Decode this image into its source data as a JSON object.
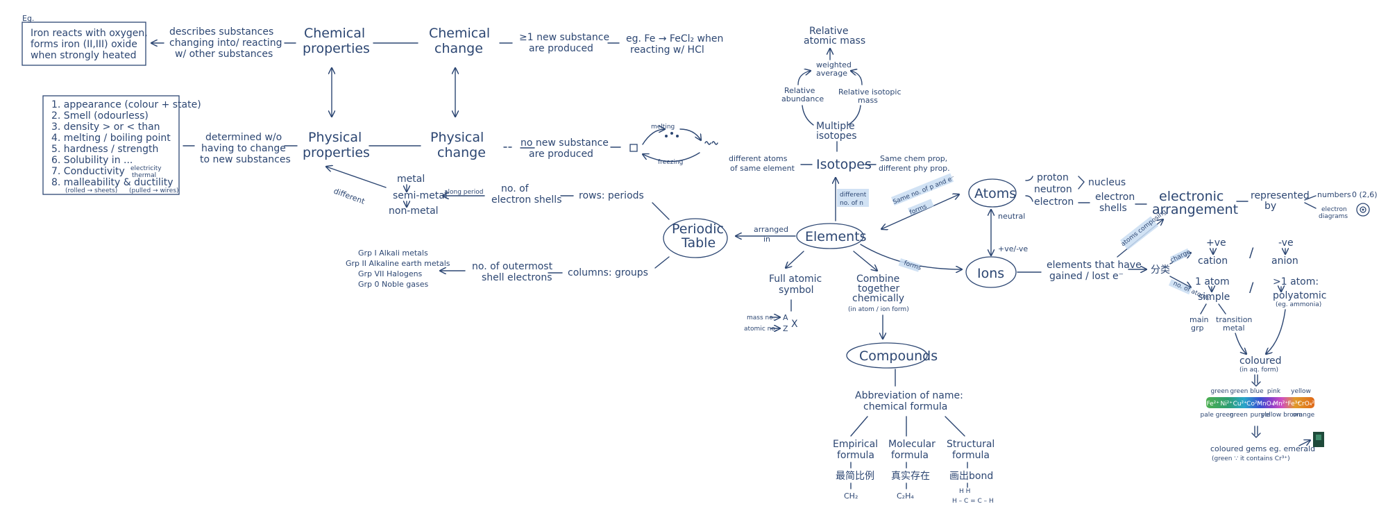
{
  "colors": {
    "ink": "#2c4672",
    "highlight": "#c9ddf2"
  },
  "top": {
    "eg_label": "Eg.",
    "eg_lines": [
      "Iron reacts with oxygen,",
      "forms iron (II,III) oxide",
      "when strongly heated"
    ],
    "describes_lines": [
      "describes substances",
      "changing into/ reacting",
      "w/ other substances"
    ],
    "chem_prop_lines": [
      "Chemical",
      "properties"
    ],
    "chem_change_lines": [
      "Chemical",
      "change"
    ],
    "new_sub_lines": [
      "≥1 new substance",
      "are produced"
    ],
    "eg_fe_lines": [
      "eg. Fe → FeCl₂ when",
      "reacting w/ HCl"
    ]
  },
  "physical": {
    "list": [
      "1. appearance (colour + state)",
      "2. Smell (odourless)",
      "3. density > or < than",
      "4. melting / boiling point",
      "5. hardness / strength",
      "6. Solubility in ...",
      "7. Conductivity",
      "8. malleability & ductility"
    ],
    "conductivity_note": [
      "electricity",
      "thermal"
    ],
    "malleability_notes": [
      "(rolled → sheets)",
      "(pulled → wires)"
    ],
    "determined_lines": [
      "determined w/o",
      "having to change",
      "to new substances"
    ],
    "phys_prop_lines": [
      "Physical",
      "properties"
    ],
    "phys_change_lines": [
      "Physical",
      "change"
    ],
    "no_new_lines": [
      "no new substance",
      "are produced"
    ],
    "melting_label": "melting",
    "freezing_label": "freezing"
  },
  "periodic": {
    "table_lines": [
      "Periodic",
      "Table"
    ],
    "rows": "rows: periods",
    "shells_lines": [
      "no. of",
      "electron shells"
    ],
    "along_period": "along period",
    "metal_scale": [
      "metal",
      "semi-metal",
      "non-metal"
    ],
    "different": "different",
    "columns": "columns: groups",
    "outer_lines": [
      "no. of outermost",
      "shell electrons"
    ],
    "groups": [
      "Grp I Alkali metals",
      "Grp II Alkaline earth metals",
      "Grp VII Halogens",
      "Grp 0 Noble gases"
    ],
    "arranged_lines": [
      "arranged",
      "in"
    ]
  },
  "isotopes": {
    "rel_mass_lines": [
      "Relative",
      "atomic mass"
    ],
    "weighted_lines": [
      "weighted",
      "average"
    ],
    "rel_abund_lines": [
      "Relative",
      "abundance"
    ],
    "rel_iso_lines": [
      "Relative isotopic",
      "mass"
    ],
    "multiple_lines": [
      "Multiple",
      "isotopes"
    ],
    "diff_atoms_lines": [
      "different atoms",
      "of same element"
    ],
    "isotopes": "Isotopes",
    "same_chem_lines": [
      "Same chem prop,",
      "different phy prop."
    ],
    "diff_no_lines": [
      "different",
      "no. of n"
    ]
  },
  "center": {
    "elements": "Elements",
    "same_p": "Same no. of p and e⁻",
    "forms": "forms",
    "forms2": "forms",
    "atoms": "Atoms",
    "neutral": "neutral",
    "ve": "+ve/-ve",
    "ions": "Ions",
    "proton": "proton",
    "neutron": "neutron",
    "electron": "electron",
    "nucleus": "nucleus",
    "electron_shells_lines": [
      "electron",
      "shells"
    ],
    "elec_arr_lines": [
      "electronic",
      "arrangement"
    ],
    "represented_lines": [
      "represented",
      "by"
    ],
    "numbers": "numbers",
    "numbers_eg": "0 (2,6)",
    "diagrams_lines": [
      "electron",
      "diagrams"
    ]
  },
  "symbol": {
    "full_lines": [
      "Full atomic",
      "symbol"
    ],
    "mass_no": "mass no.",
    "atomic_no": "atomic no.",
    "A": "A",
    "Z": "Z",
    "X": "X"
  },
  "compounds": {
    "combine_lines": [
      "Combine",
      "together",
      "chemically"
    ],
    "combine_note": "(in atom / ion form)",
    "compounds": "Compounds",
    "abbr_lines": [
      "Abbreviation of name:",
      "chemical formula"
    ],
    "empirical_lines": [
      "Empirical",
      "formula"
    ],
    "molecular_lines": [
      "Molecular",
      "formula"
    ],
    "structural_lines": [
      "Structural",
      "formula"
    ],
    "emp_cn": "最简比例",
    "mol_cn": "真实存在",
    "str_cn": "画出bond",
    "ch2": "CH₂",
    "c2h4": "C₂H₄",
    "h_row": "H  H",
    "hcch": "H – C = C – H"
  },
  "ions": {
    "gained_lines": [
      "elements that have",
      "gained / lost e⁻"
    ],
    "fenlei": "分类",
    "charge_label": "charge",
    "atoms_label": "no. of atoms",
    "atoms_comp": "atoms composing",
    "cation_lines": [
      "+ve",
      "cation"
    ],
    "anion_lines": [
      "-ve",
      "anion"
    ],
    "slash": "/",
    "one_atom_lines": [
      "1 atom",
      "simple"
    ],
    "gt_one_lines": [
      ">1 atom:",
      "polyatomic"
    ],
    "polyatomic_note": "(eg. ammonia)",
    "main_grp_lines": [
      "main",
      "grp"
    ],
    "transition_lines": [
      "transition",
      "metal"
    ],
    "coloured_lines": [
      "coloured",
      "(in aq. form)"
    ],
    "spectrum_top": [
      "green",
      "green blue",
      "pink",
      "yellow"
    ],
    "spectrum_ions": [
      "Fe²⁺",
      "Ni²⁺",
      "Cu²⁺",
      "Co²⁺",
      "MnO₄⁻",
      "Mn²⁺",
      "Fe³⁺",
      "CrO₄²⁻"
    ],
    "spectrum_bottom": [
      "pale green",
      "green",
      "purple",
      "yellow brown",
      "orange"
    ],
    "gems_lines": [
      "coloured gems eg. emerald",
      "(green ∵ it contains Cr³⁺)"
    ]
  }
}
